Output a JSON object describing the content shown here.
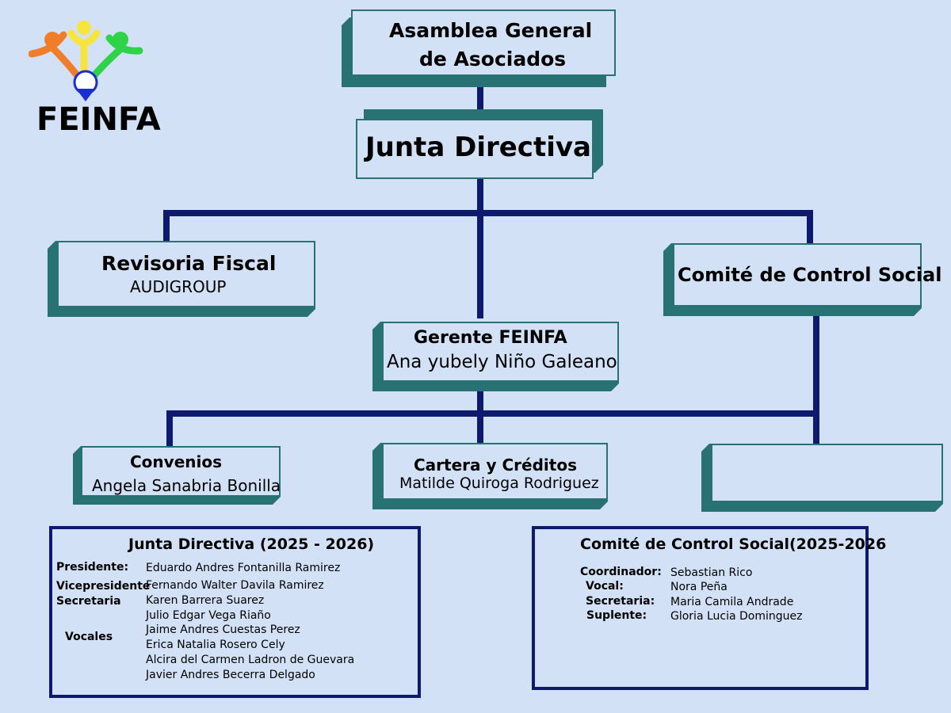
{
  "logo": {
    "text": "FEINFA"
  },
  "nodes": {
    "asamblea": {
      "line1": "Asamblea General",
      "line2": "de Asociados"
    },
    "junta": {
      "title": "Junta Directiva"
    },
    "revisoria": {
      "title": "Revisoria Fiscal",
      "subtitle": "AUDIGROUP"
    },
    "comite": {
      "title": "Comité de Control Social"
    },
    "gerente": {
      "title": "Gerente FEINFA",
      "subtitle": "Ana yubely Niño Galeano"
    },
    "convenios": {
      "title": "Convenios",
      "subtitle": "Angela Sanabria Bonilla"
    },
    "cartera": {
      "title": "Cartera y Créditos",
      "subtitle": "Matilde Quiroga Rodriguez"
    },
    "empty": {
      "title": ""
    }
  },
  "junta_panel": {
    "title": "Junta Directiva (2025 - 2026)",
    "presidente_label": "Presidente:",
    "vicepresidente_label": "Vicepresidente",
    "secretaria_label": "Secretaria",
    "vocales_label": "Vocales",
    "members": [
      "Eduardo Andres Fontanilla Ramirez",
      "Fernando Walter Davila Ramirez",
      "Karen Barrera Suarez",
      "Julio Edgar Vega Riaño",
      "Jaime Andres Cuestas Perez",
      "Erica Natalia Rosero Cely",
      "Alcira del Carmen Ladron de Guevara",
      "Javier Andres Becerra Delgado"
    ]
  },
  "comite_panel": {
    "title": "Comité de Control Social(2025-2026",
    "labels": [
      "Coordinador:",
      "Vocal:",
      "Secretaria:",
      "Suplente:"
    ],
    "members": [
      "Sebastian Rico",
      "Nora Peña",
      "Maria Camila Andrade",
      "Gloria Lucia Dominguez"
    ]
  },
  "colors": {
    "background": "#d3e1f6",
    "box_shadow": "#287274",
    "connector": "#0d1a6e",
    "panel_border": "#0d1a6e"
  }
}
